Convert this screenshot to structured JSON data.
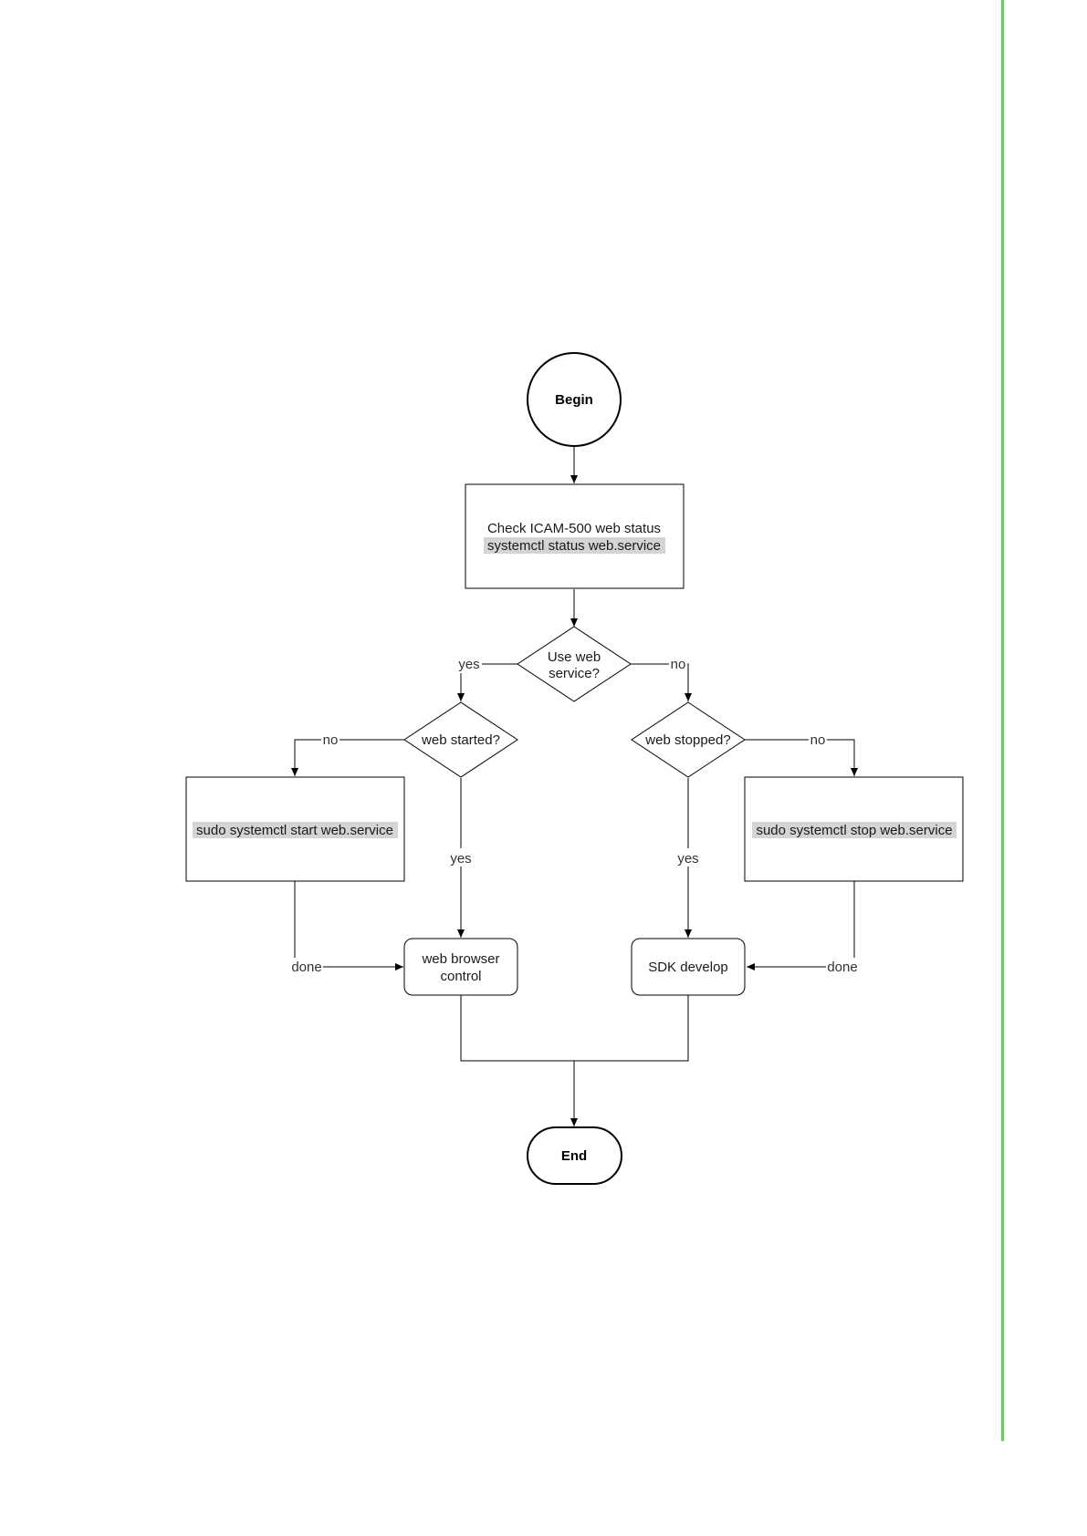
{
  "page": {
    "accent_rule_color": "#5ad94a"
  },
  "nodes": {
    "begin": "Begin",
    "check_status_line1": "Check ICAM-500 web status",
    "check_status_cmd": "systemctl status web.service",
    "use_web_line1": "Use web",
    "use_web_line2": "service?",
    "web_started": "web started?",
    "web_stopped": "web stopped?",
    "start_cmd": "sudo systemctl start web.service",
    "stop_cmd": "sudo systemctl stop web.service",
    "browser_line1": "web browser",
    "browser_line2": "control",
    "sdk": "SDK develop",
    "end": "End"
  },
  "edges": {
    "use_web_yes": "yes",
    "use_web_no": "no",
    "started_no": "no",
    "started_yes": "yes",
    "stopped_no": "no",
    "stopped_yes": "yes",
    "start_done": "done",
    "stop_done": "done"
  }
}
